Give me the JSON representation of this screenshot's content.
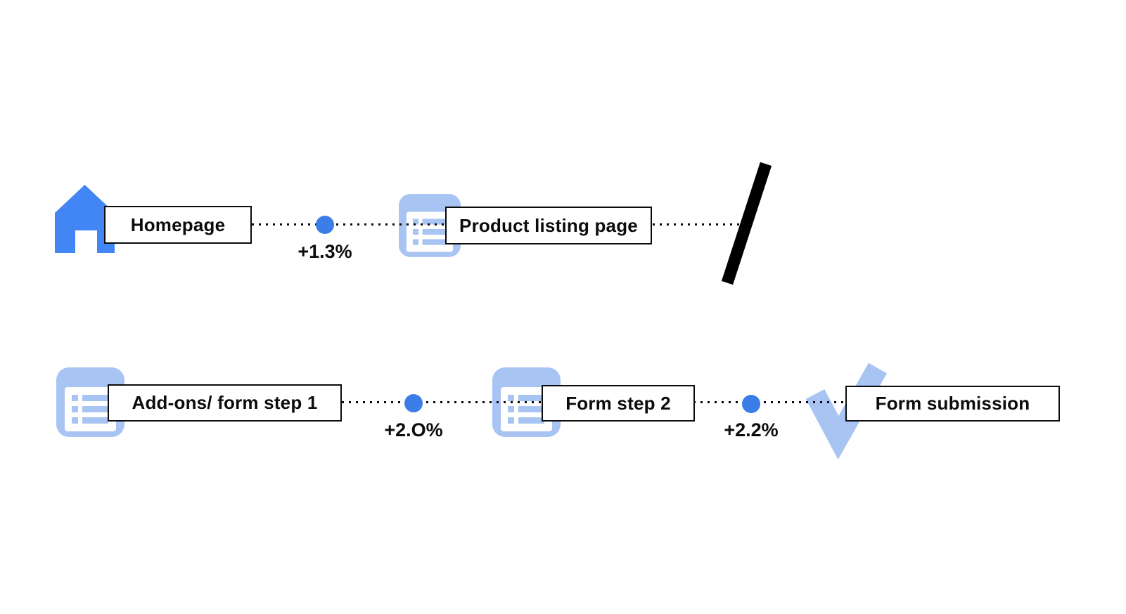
{
  "diagram": {
    "type": "conversion-flow",
    "colors": {
      "primary_blue": "#4285f4",
      "light_blue": "#a8c4f3",
      "dot_blue": "#3b7de6",
      "line_black": "#0b0b0b",
      "background": "#ffffff"
    },
    "funnel": {
      "rows": [
        {
          "nodes": [
            {
              "id": "homepage",
              "label": "Homepage",
              "icon": "home-icon"
            },
            {
              "id": "product-listing-page",
              "label": "Product listing page",
              "icon": "list-icon"
            }
          ],
          "connectors": [
            {
              "from": "homepage",
              "to": "product-listing-page",
              "delta": "+1.3%"
            }
          ],
          "truncation_marker": "slash"
        },
        {
          "nodes": [
            {
              "id": "addons-form-step-1",
              "label": "Add-ons/ form step 1",
              "icon": "list-icon"
            },
            {
              "id": "form-step-2",
              "label": "Form step 2",
              "icon": "list-icon"
            },
            {
              "id": "form-submission",
              "label": "Form submission",
              "icon": "check-icon"
            }
          ],
          "connectors": [
            {
              "from": "addons-form-step-1",
              "to": "form-step-2",
              "delta": "+2.O%"
            },
            {
              "from": "form-step-2",
              "to": "form-submission",
              "delta": "+2.2%"
            }
          ]
        }
      ]
    }
  }
}
